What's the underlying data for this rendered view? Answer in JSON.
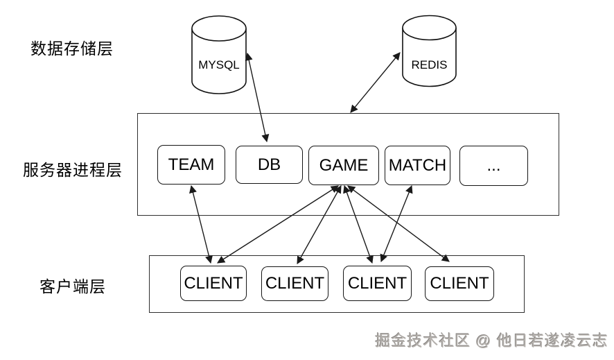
{
  "diagram": {
    "layers": [
      {
        "id": "storage-layer",
        "label": "数据存储层"
      },
      {
        "id": "server-process-layer",
        "label": "服务器进程层"
      },
      {
        "id": "client-layer",
        "label": "客户端层"
      }
    ],
    "storage_nodes": [
      {
        "id": "mysql",
        "label": "MYSQL",
        "shape": "cylinder"
      },
      {
        "id": "redis",
        "label": "REDIS",
        "shape": "cylinder"
      }
    ],
    "server_nodes": [
      {
        "id": "team",
        "label": "TEAM"
      },
      {
        "id": "db",
        "label": "DB"
      },
      {
        "id": "game",
        "label": "GAME"
      },
      {
        "id": "match",
        "label": "MATCH"
      },
      {
        "id": "more",
        "label": "..."
      }
    ],
    "client_nodes": [
      {
        "id": "client-1",
        "label": "CLIENT"
      },
      {
        "id": "client-2",
        "label": "CLIENT"
      },
      {
        "id": "client-3",
        "label": "CLIENT"
      },
      {
        "id": "client-4",
        "label": "CLIENT"
      }
    ],
    "connections": [
      {
        "from": "MYSQL",
        "to": "DB",
        "bidirectional": true
      },
      {
        "from": "REDIS",
        "to": "server-process-layer",
        "bidirectional": true
      },
      {
        "from": "TEAM",
        "to": "CLIENT-1",
        "bidirectional": true
      },
      {
        "from": "GAME",
        "to": "CLIENT-1",
        "bidirectional": true
      },
      {
        "from": "GAME",
        "to": "CLIENT-2",
        "bidirectional": true
      },
      {
        "from": "GAME",
        "to": "CLIENT-3",
        "bidirectional": true
      },
      {
        "from": "GAME",
        "to": "CLIENT-4",
        "bidirectional": true
      },
      {
        "from": "MATCH",
        "to": "CLIENT-3",
        "bidirectional": true
      }
    ],
    "watermark": "掘金技术社区 @ 他日若遂凌云志",
    "colors": {
      "stroke": "#1a1a1a",
      "background": "#ffffff",
      "watermark_gray": "#b5b1ad"
    }
  }
}
